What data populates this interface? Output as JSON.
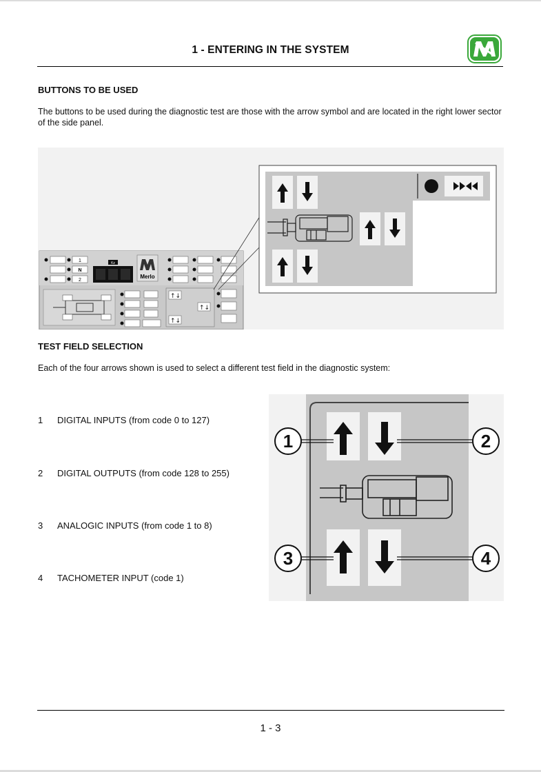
{
  "header": {
    "title": "1 - ENTERING IN THE SYSTEM",
    "logo_icon": "merlo-logo"
  },
  "section1": {
    "heading": "BUTTONS TO BE USED",
    "paragraph": "The buttons to be used during the diagnostic test are those with the arrow symbol and are located in the right lower sector of the side panel."
  },
  "figure1": {
    "panel_brand": "Merlo",
    "panel_badge": "Kz",
    "button_labels": [
      "N",
      "1",
      "2"
    ]
  },
  "section2": {
    "heading": "TEST FIELD SELECTION",
    "paragraph": "Each of the four arrows shown is used to select a different test field in the diagnostic system:"
  },
  "list": [
    {
      "num": "1",
      "text": "DIGITAL INPUTS (from code 0 to 127)"
    },
    {
      "num": "2",
      "text": "DIGITAL OUTPUTS (from code 128 to 255)"
    },
    {
      "num": "3",
      "text": "ANALOGIC INPUTS (from code 1 to 8)"
    },
    {
      "num": "4",
      "text": "TACHOMETER INPUT (code 1)"
    }
  ],
  "figure2": {
    "callouts": [
      "1",
      "2",
      "3",
      "4"
    ]
  },
  "footer": {
    "page_number": "1 - 3"
  },
  "colors": {
    "logo_green": "#3aa83a",
    "panel_grey": "#c9c9c9",
    "figure_bg": "#f2f2f2"
  }
}
